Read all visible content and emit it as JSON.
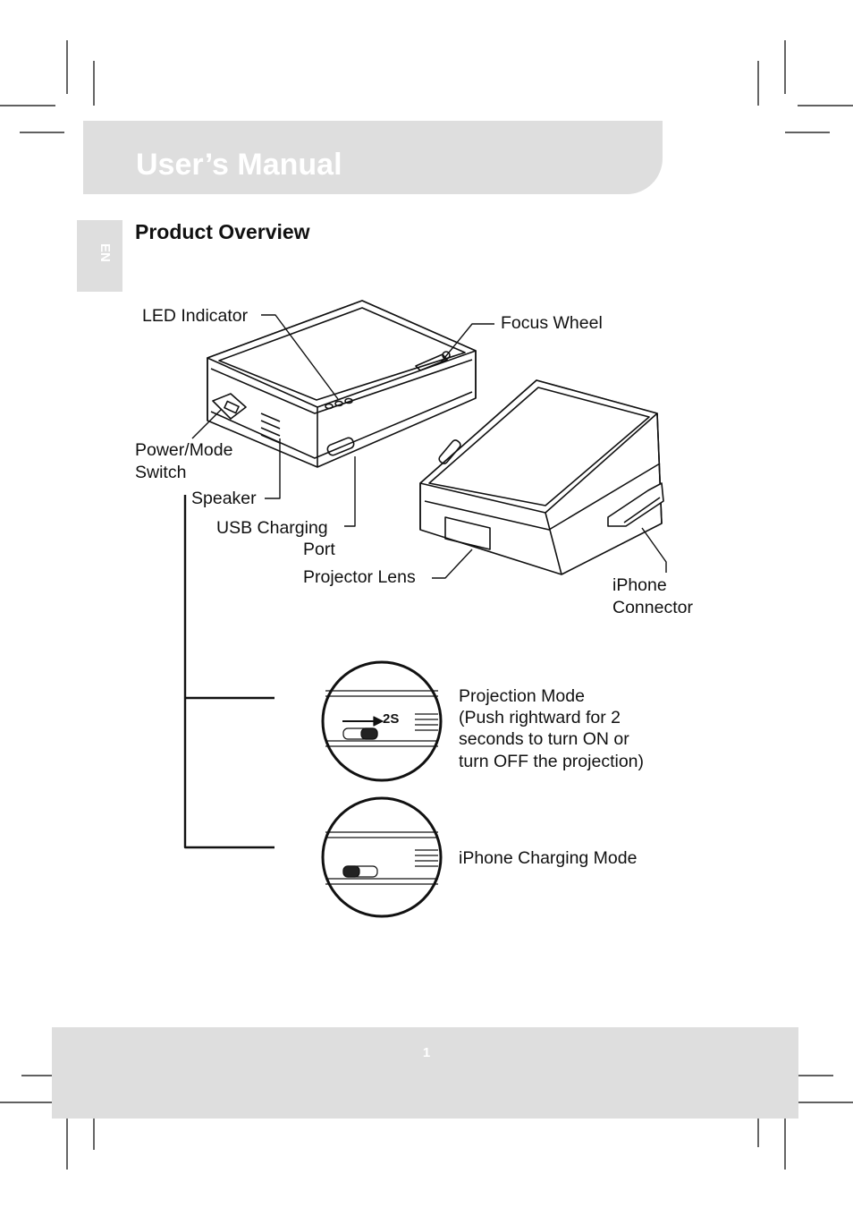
{
  "header": {
    "title": "User’s Manual"
  },
  "sidebar": {
    "language_tab": "EN"
  },
  "section": {
    "title": "Product Overview"
  },
  "labels": {
    "led_indicator": "LED Indicator",
    "focus_wheel": "Focus Wheel",
    "power_mode_switch_line1": "Power/Mode",
    "power_mode_switch_line2": "Switch",
    "speaker": "Speaker",
    "usb_charging_line1": "USB Charging",
    "usb_charging_line2": "Port",
    "projector_lens": "Projector Lens",
    "iphone_connector_line1": "iPhone",
    "iphone_connector_line2": "Connector"
  },
  "modes": {
    "projection": {
      "switch_marker": "2S",
      "lines": [
        "Projection Mode",
        "(Push rightward for 2",
        "seconds to turn ON or",
        "turn OFF the projection)"
      ]
    },
    "charging": {
      "label": "iPhone Charging Mode"
    }
  },
  "footer": {
    "page_number": "1"
  }
}
